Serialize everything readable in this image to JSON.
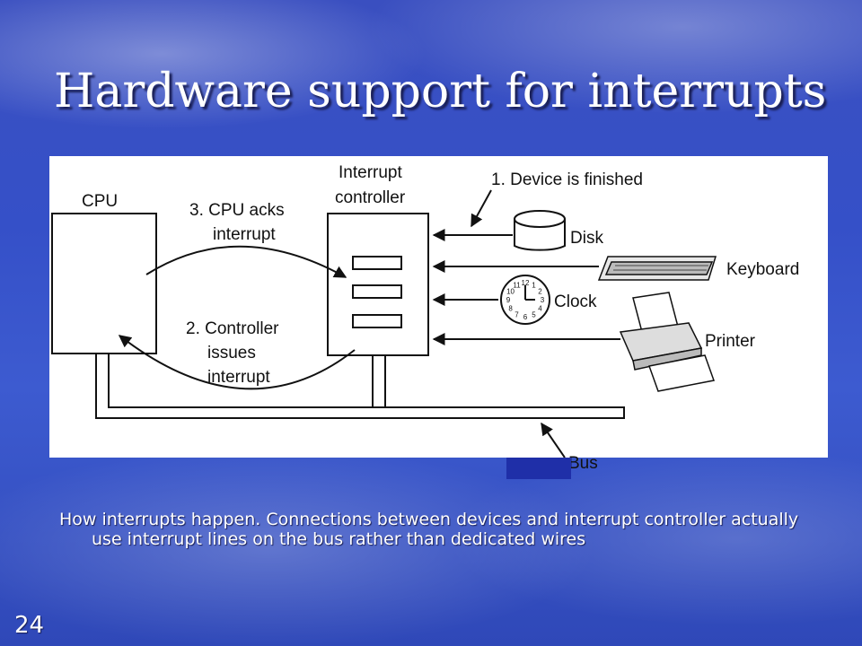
{
  "slide": {
    "title": "Hardware support for interrupts",
    "caption": "How interrupts happen. Connections between devices and interrupt controller actually use interrupt lines on the bus rather than dedicated wires",
    "number": "24"
  },
  "diagram": {
    "cpu_label": "CPU",
    "controller_label_line1": "Interrupt",
    "controller_label_line2": "controller",
    "step1": "1. Device is finished",
    "step3_line1": "3. CPU acks",
    "step3_line2": "interrupt",
    "step2_line1": "2. Controller",
    "step2_line2": "issues",
    "step2_line3": "interrupt",
    "devices": {
      "disk": "Disk",
      "keyboard": "Keyboard",
      "clock": "Clock",
      "printer": "Printer"
    },
    "bus_label": "Bus",
    "clock_numerals": [
      "12",
      "1",
      "2",
      "3",
      "4",
      "5",
      "6",
      "7",
      "8",
      "9",
      "10",
      "11"
    ]
  }
}
